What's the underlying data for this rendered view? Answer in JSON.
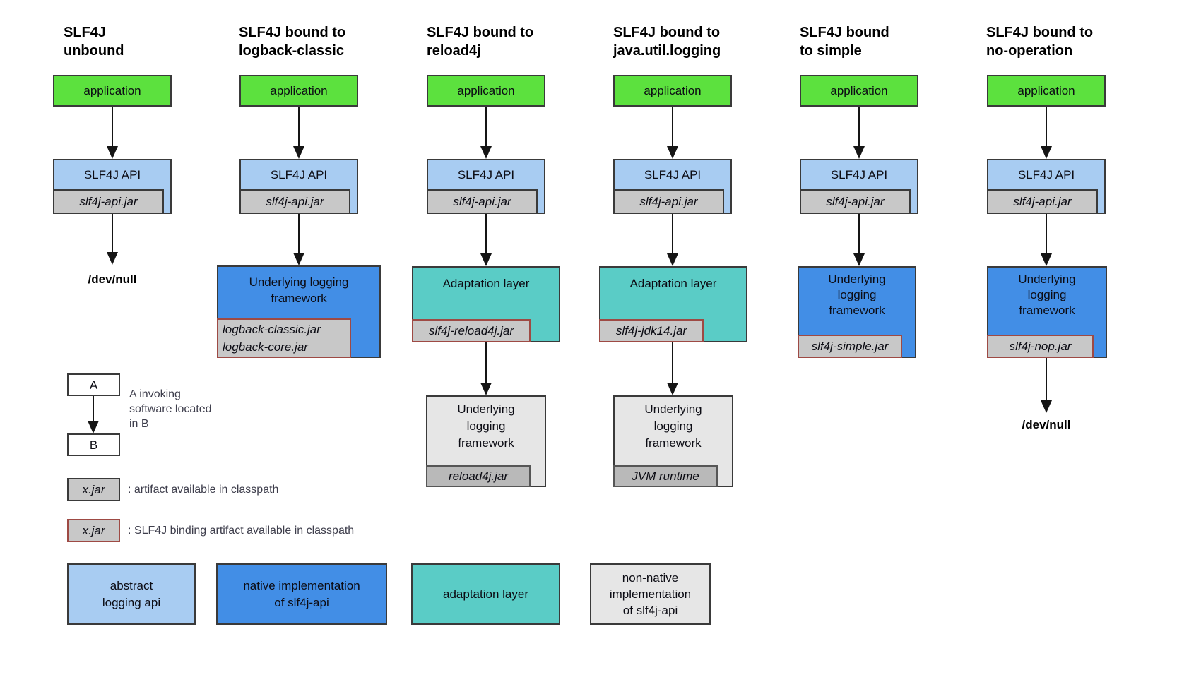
{
  "columns": [
    {
      "title1": "SLF4J",
      "title2": "unbound",
      "app_label": "application",
      "api_label": "SLF4J API",
      "api_jar": "slf4j-api.jar",
      "terminal": "/dev/null"
    },
    {
      "title1": "SLF4J bound to",
      "title2": "logback-classic",
      "app_label": "application",
      "api_label": "SLF4J API",
      "api_jar": "slf4j-api.jar",
      "fw_line1": "Underlying logging",
      "fw_line2": "framework",
      "fw_jar1": "logback-classic.jar",
      "fw_jar2": "logback-core.jar"
    },
    {
      "title1": "SLF4J bound to",
      "title2": "reload4j",
      "app_label": "application",
      "api_label": "SLF4J API",
      "api_jar": "slf4j-api.jar",
      "adapt_label": "Adaptation layer",
      "adapt_jar": "slf4j-reload4j.jar",
      "fw_line1": "Underlying",
      "fw_line2": "logging",
      "fw_line3": "framework",
      "fw_jar": "reload4j.jar"
    },
    {
      "title1": "SLF4J bound to",
      "title2": "java.util.logging",
      "app_label": "application",
      "api_label": "SLF4J API",
      "api_jar": "slf4j-api.jar",
      "adapt_label": "Adaptation layer",
      "adapt_jar": "slf4j-jdk14.jar",
      "fw_line1": "Underlying",
      "fw_line2": "logging",
      "fw_line3": "framework",
      "fw_jar": "JVM runtime"
    },
    {
      "title1": "SLF4J bound",
      "title2": "to simple",
      "app_label": "application",
      "api_label": "SLF4J API",
      "api_jar": "slf4j-api.jar",
      "fw_line1": "Underlying",
      "fw_line2": "logging",
      "fw_line3": "framework",
      "fw_jar": "slf4j-simple.jar"
    },
    {
      "title1": "SLF4J bound to",
      "title2": "no-operation",
      "app_label": "application",
      "api_label": "SLF4J API",
      "api_jar": "slf4j-api.jar",
      "fw_line1": "Underlying",
      "fw_line2": "logging",
      "fw_line3": "framework",
      "fw_jar": "slf4j-nop.jar",
      "terminal": "/dev/null"
    }
  ],
  "legend": {
    "box_a": "A",
    "box_b": "B",
    "ab_caption1": "A invoking",
    "ab_caption2": "software located",
    "ab_caption3": "in B",
    "jar_sample1": "x.jar",
    "jar_caption1": ": artifact available in classpath",
    "jar_sample2": "x.jar",
    "jar_caption2": ": SLF4J binding artifact available in classpath",
    "color_boxes": [
      {
        "line1": "abstract",
        "line2": "logging api"
      },
      {
        "line1": "native implementation",
        "line2": "of slf4j-api"
      },
      {
        "line1": "adaptation layer"
      },
      {
        "line1": "non-native",
        "line2": "implementation",
        "line3": "of slf4j-api"
      }
    ]
  },
  "colors": {
    "application_green": "#5ce13e",
    "abstract_api_light_blue": "#a8ccf2",
    "native_impl_blue": "#428ee6",
    "adaptation_teal": "#5accc6",
    "non_native_gray": "#e6e6e6",
    "jar_gray": "#c8c8c8",
    "jar_dark_gray": "#b9b9b9",
    "binding_border_red": "#9e4a44",
    "box_border": "#3a3a3a"
  }
}
